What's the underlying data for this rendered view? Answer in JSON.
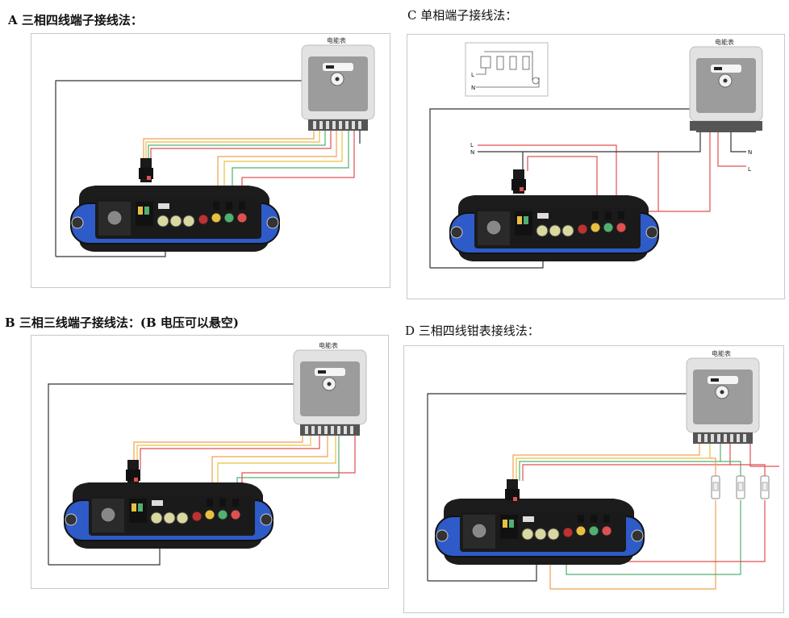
{
  "titles": {
    "a": "A 三相四线端子接线法：",
    "b": "B 三相三线端子接线法：(B 电压可以悬空)",
    "c": "C 单相端子接线法：",
    "d": "D 三相四线钳表接线法："
  },
  "meter_label": "电能表",
  "wire_labels": {
    "l": "L",
    "n": "N"
  },
  "colors": {
    "black": "#333333",
    "orange": "#f0a050",
    "yellow": "#e8c040",
    "green": "#50b070",
    "red": "#e05050",
    "device_blue": "#2e5bc8",
    "device_dark": "#1a1a1a"
  }
}
